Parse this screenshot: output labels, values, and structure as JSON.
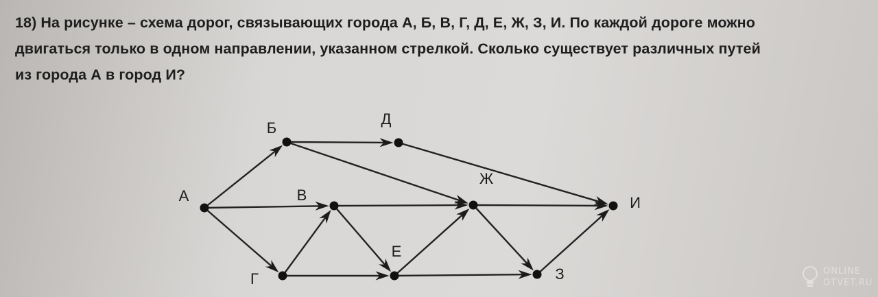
{
  "problem": {
    "number": "18)",
    "line1": "На рисунке – схема дорог, связывающих города А, Б, В, Г, Д, Е, Ж, З, И. По каждой дороге можно",
    "line2": "двигаться только в одном направлении, указанном стрелкой. Сколько существует различных путей",
    "line3": "из города А в город И?"
  },
  "graph": {
    "nodes": [
      {
        "id": "A",
        "label": "А"
      },
      {
        "id": "B",
        "label": "Б"
      },
      {
        "id": "V",
        "label": "В"
      },
      {
        "id": "G",
        "label": "Г"
      },
      {
        "id": "D",
        "label": "Д"
      },
      {
        "id": "E",
        "label": "Е"
      },
      {
        "id": "Zh",
        "label": "Ж"
      },
      {
        "id": "Z",
        "label": "З"
      },
      {
        "id": "I",
        "label": "И"
      }
    ],
    "edges": [
      [
        "A",
        "B"
      ],
      [
        "A",
        "V"
      ],
      [
        "A",
        "G"
      ],
      [
        "B",
        "D"
      ],
      [
        "B",
        "Zh"
      ],
      [
        "G",
        "V"
      ],
      [
        "G",
        "E"
      ],
      [
        "V",
        "Zh"
      ],
      [
        "V",
        "E"
      ],
      [
        "E",
        "Zh"
      ],
      [
        "E",
        "Z"
      ],
      [
        "D",
        "I"
      ],
      [
        "Zh",
        "I"
      ],
      [
        "Zh",
        "Z"
      ],
      [
        "Z",
        "I"
      ]
    ]
  },
  "watermark": {
    "line1": "ONLINE",
    "line2": "OTVET.RU"
  }
}
